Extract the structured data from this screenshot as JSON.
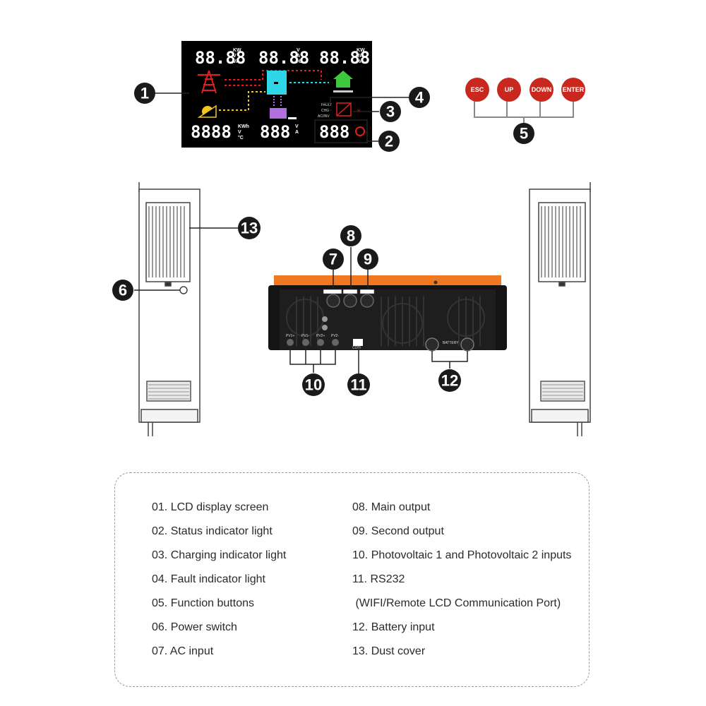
{
  "lcd": {
    "readout_top_left": "88.88",
    "readout_top_mid": "88.88",
    "readout_top_right": "88.88",
    "readout_bottom_left": "8888",
    "readout_bottom_mid": "888",
    "readout_bottom_right": "888",
    "units_top_left": [
      "KW",
      "V",
      "VA"
    ],
    "units_top_mid": [
      "V",
      "A",
      "Hz",
      "°C"
    ],
    "units_top_right": [
      "KW",
      "VA",
      "%"
    ],
    "units_bottom_left": [
      "KWh",
      "V",
      "°C"
    ],
    "units_bottom_mid": [
      "V",
      "A"
    ],
    "indicators": [
      "FAULT",
      "CHG",
      "AC/INV"
    ],
    "icons": [
      "grid-tower-icon",
      "solar-panel-icon",
      "inverter-icon",
      "battery-icon",
      "house-icon"
    ]
  },
  "buttons": [
    "ESC",
    "UP",
    "DOWN",
    "ENTER"
  ],
  "callouts": [
    "1",
    "2",
    "3",
    "4",
    "5",
    "6",
    "7",
    "8",
    "9",
    "10",
    "11",
    "12",
    "13"
  ],
  "rear_panel": {
    "port_labels": [
      "PV1+",
      "PV1-",
      "PV2+",
      "PV2-"
    ],
    "battery_label": "BATTERY",
    "comm_label": "COM"
  },
  "legend": {
    "left": [
      "01. LCD display screen",
      "02. Status indicator light",
      "03. Charging indicator light",
      "04. Fault indicator light",
      "05. Function buttons",
      "06. Power switch",
      "07. AC input"
    ],
    "right": [
      "08. Main output",
      "09. Second output",
      "10. Photovoltaic 1 and Photovoltaic 2 inputs",
      "11. RS232",
      " (WIFI/Remote LCD Communication Port)",
      "12. Battery input",
      "13. Dust cover"
    ]
  },
  "colors": {
    "lcd_background": "#000000",
    "accent_orange": "#f07820",
    "button_red": "#c8281e",
    "callout_fill": "#1a1a1a",
    "grid_red": "#e02020",
    "solar_yellow": "#f2c81e",
    "inverter_cyan": "#2fd6e8",
    "battery_purple": "#b070e0",
    "house_green": "#3ec83e"
  }
}
